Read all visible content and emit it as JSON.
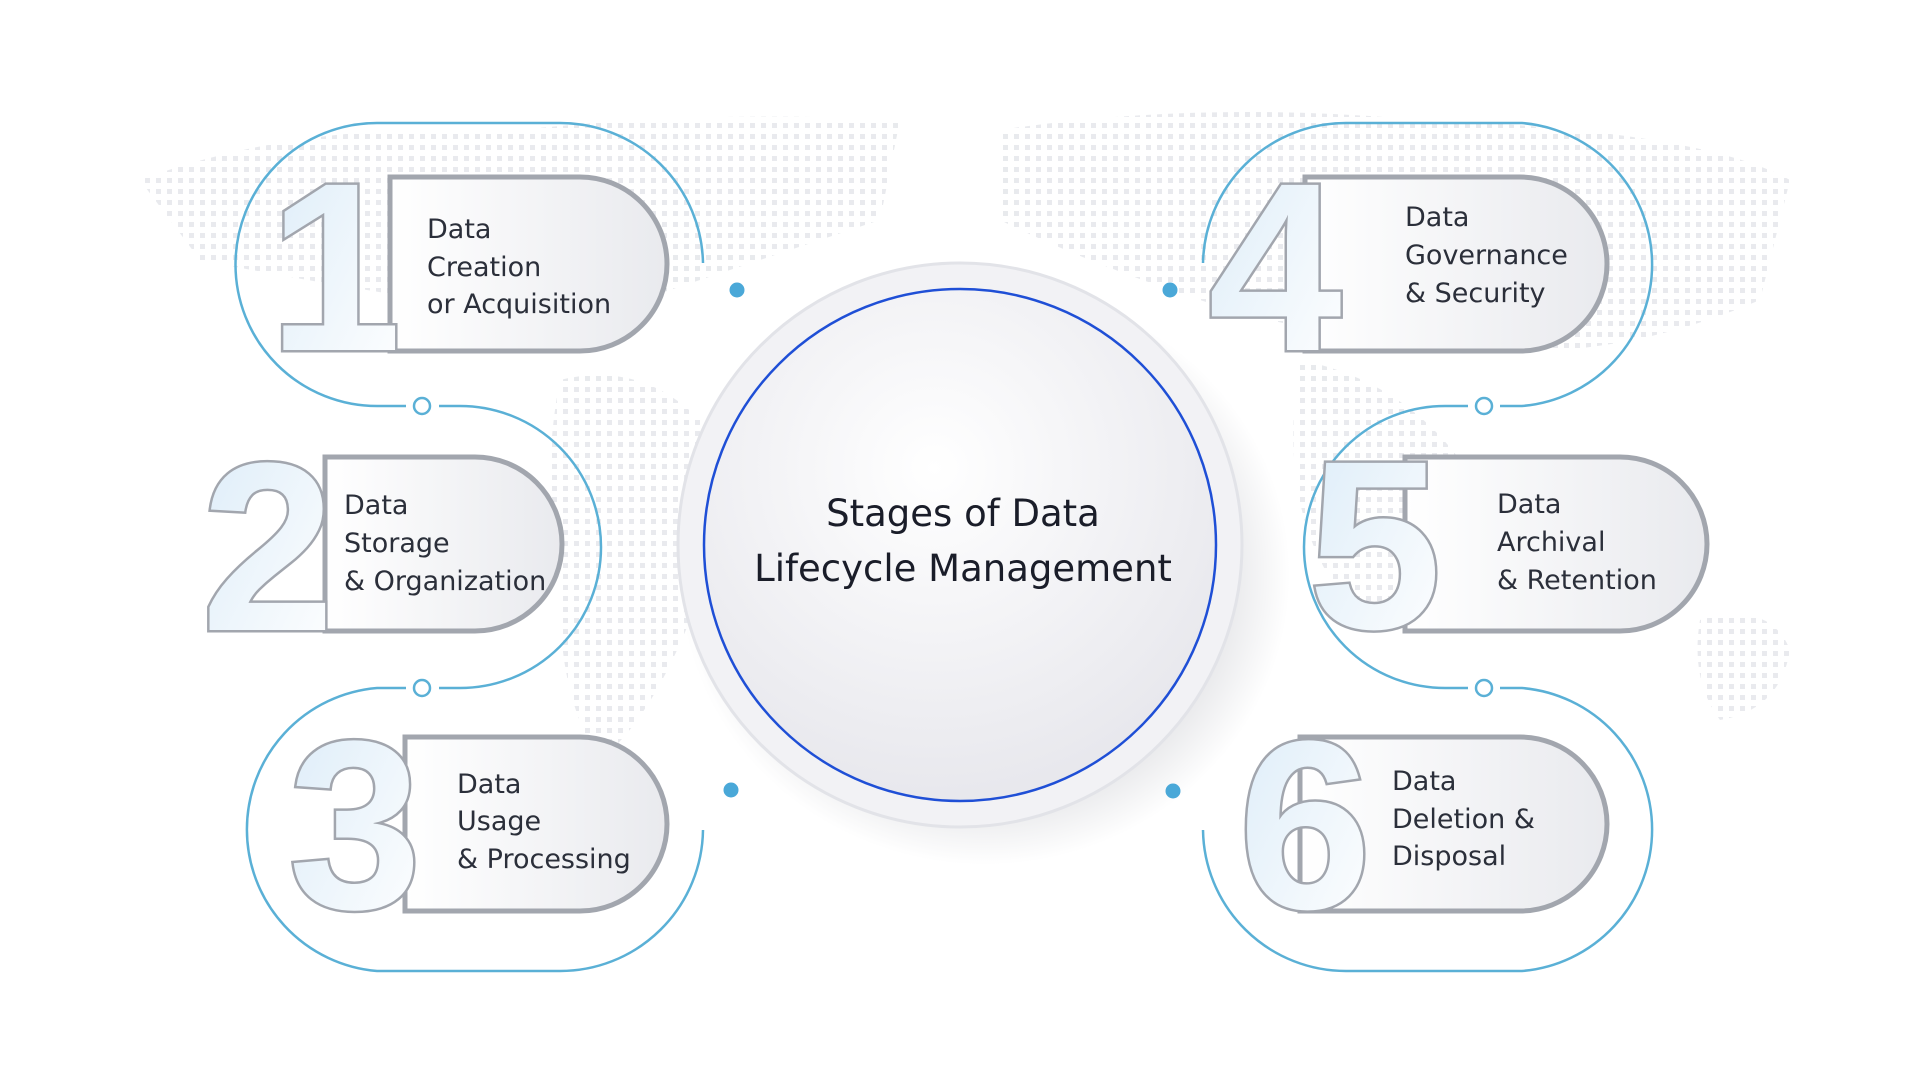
{
  "center": {
    "title_line1": "Stages of Data",
    "title_line2": "Lifecycle Management"
  },
  "stages": [
    {
      "number": "1",
      "lines": [
        "Data",
        "Creation",
        "or Acquisition"
      ]
    },
    {
      "number": "2",
      "lines": [
        "Data",
        "Storage",
        "& Organization"
      ]
    },
    {
      "number": "3",
      "lines": [
        "Data",
        "Usage",
        "& Processing"
      ]
    },
    {
      "number": "4",
      "lines": [
        "Data",
        "Governance",
        "& Security"
      ]
    },
    {
      "number": "5",
      "lines": [
        "Data",
        "Archival",
        "& Retention"
      ]
    },
    {
      "number": "6",
      "lines": [
        "Data",
        "Deletion &",
        "Disposal"
      ]
    }
  ],
  "colors": {
    "outline": "#5ab0d6",
    "connector_dot": "#4aa8d8",
    "pill_stroke": "#a2a6ae",
    "center_ring": "#1f4fd6",
    "text": "#2b2f3a"
  }
}
